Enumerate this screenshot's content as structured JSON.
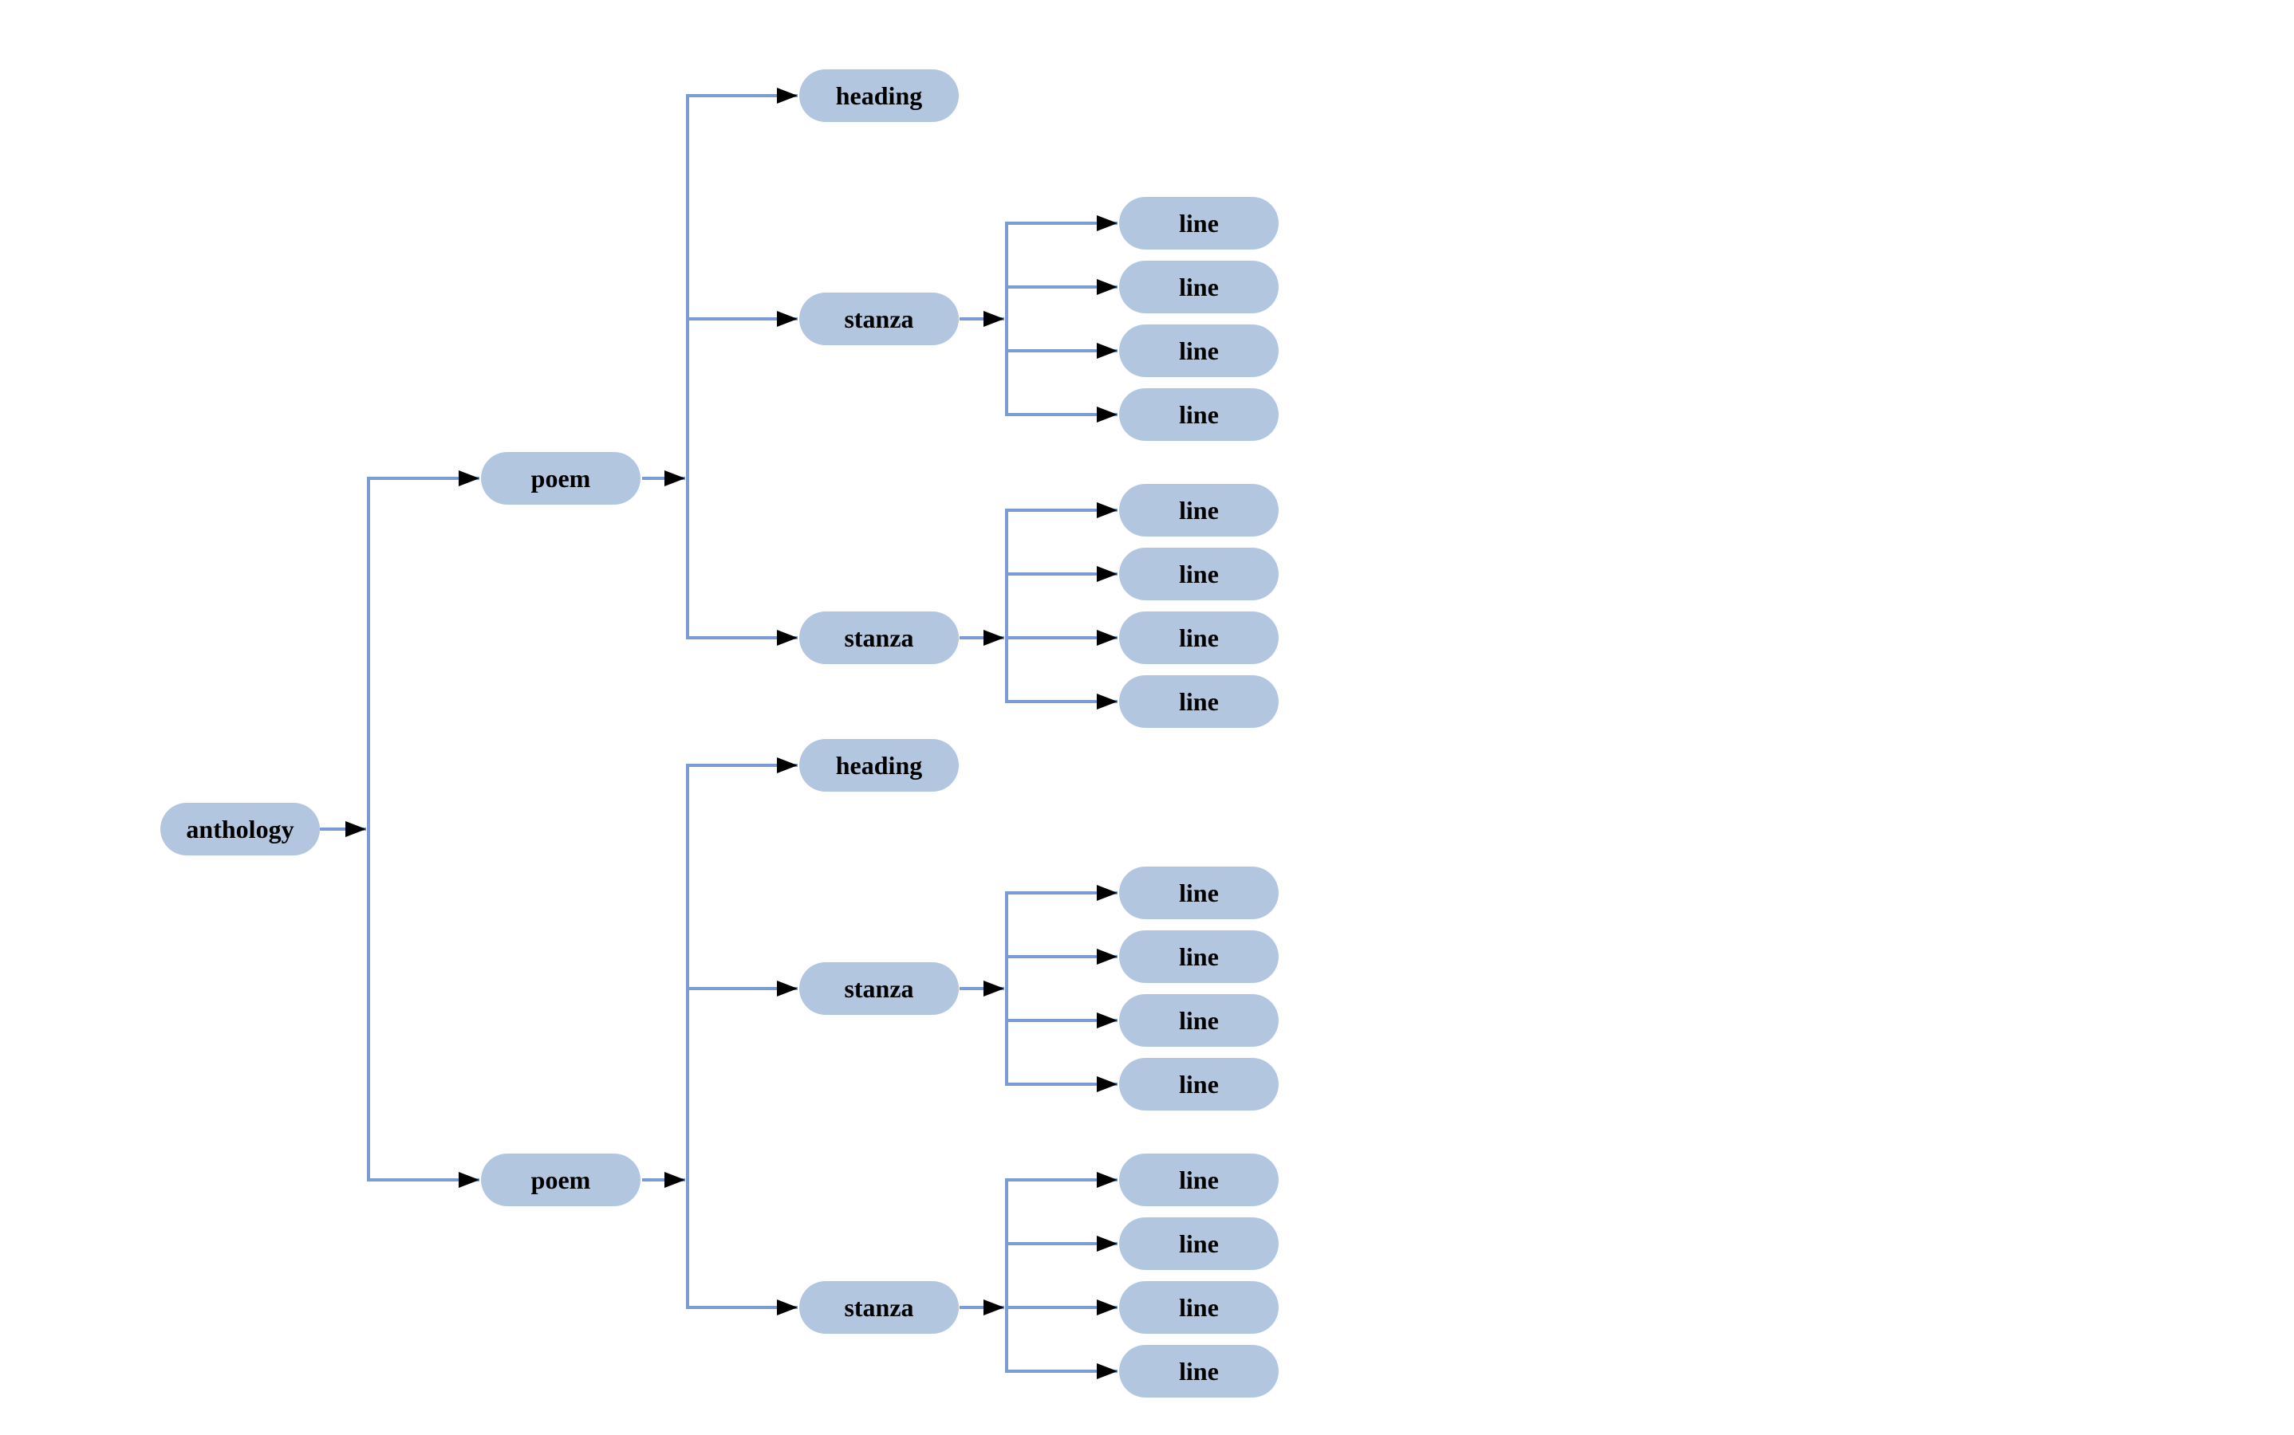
{
  "diagram": {
    "type": "tree",
    "orientation": "left-to-right",
    "colors": {
      "node_fill": "#b3c6df",
      "edge_line": "#7a9cd6",
      "arrowhead": "#000000",
      "node_text": "#000000",
      "background": "#ffffff"
    },
    "tree": {
      "label": "anthology",
      "children": [
        {
          "label": "poem",
          "children": [
            {
              "label": "heading",
              "children": []
            },
            {
              "label": "stanza",
              "children": [
                {
                  "label": "line"
                },
                {
                  "label": "line"
                },
                {
                  "label": "line"
                },
                {
                  "label": "line"
                }
              ]
            },
            {
              "label": "stanza",
              "children": [
                {
                  "label": "line"
                },
                {
                  "label": "line"
                },
                {
                  "label": "line"
                },
                {
                  "label": "line"
                }
              ]
            }
          ]
        },
        {
          "label": "poem",
          "children": [
            {
              "label": "heading",
              "children": []
            },
            {
              "label": "stanza",
              "children": [
                {
                  "label": "line"
                },
                {
                  "label": "line"
                },
                {
                  "label": "line"
                },
                {
                  "label": "line"
                }
              ]
            },
            {
              "label": "stanza",
              "children": [
                {
                  "label": "line"
                },
                {
                  "label": "line"
                },
                {
                  "label": "line"
                },
                {
                  "label": "line"
                }
              ]
            }
          ]
        }
      ]
    }
  }
}
